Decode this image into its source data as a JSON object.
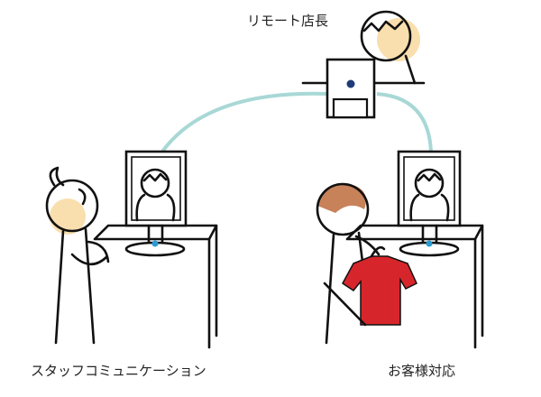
{
  "labels": {
    "remote_manager": "リモート店長",
    "staff_communication": "スタッフコミュニケーション",
    "customer_service": "お客様対応"
  },
  "colors": {
    "connection": "#a8d8d6",
    "skin": "#f9dfae",
    "hair": "#c8825a",
    "shirt": "#d7262b",
    "camera": "#1e3a78"
  }
}
